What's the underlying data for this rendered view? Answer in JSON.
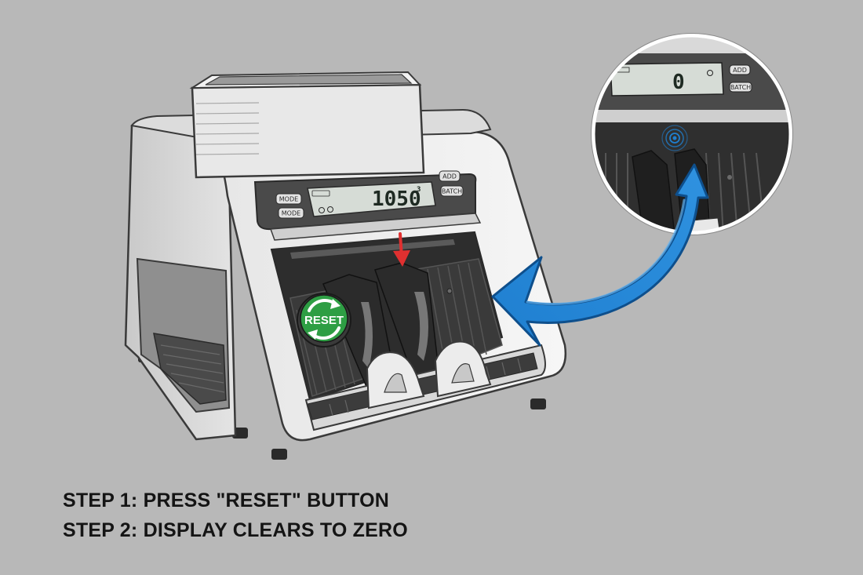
{
  "steps": {
    "step1": "STEP 1: PRESS \"RESET\" BUTTON",
    "step2": "STEP 2: DISPLAY CLEARS TO ZERO"
  },
  "machine": {
    "display_value": "1050",
    "display_superscript": "3",
    "left_buttons": [
      "MODE",
      "MODE"
    ],
    "right_buttons": [
      "ADD",
      "BATCH"
    ],
    "reset_label": "RESET"
  },
  "zoom_inset": {
    "display_value": "0",
    "right_buttons": [
      "ADD",
      "BATCH"
    ]
  },
  "colors": {
    "background": "#b8b8b8",
    "reset_button": "#2e9e44",
    "arrow_blue": "#1f7fd0",
    "indicator_red": "#e03030",
    "lcd_screen": "#d6dcd6"
  }
}
